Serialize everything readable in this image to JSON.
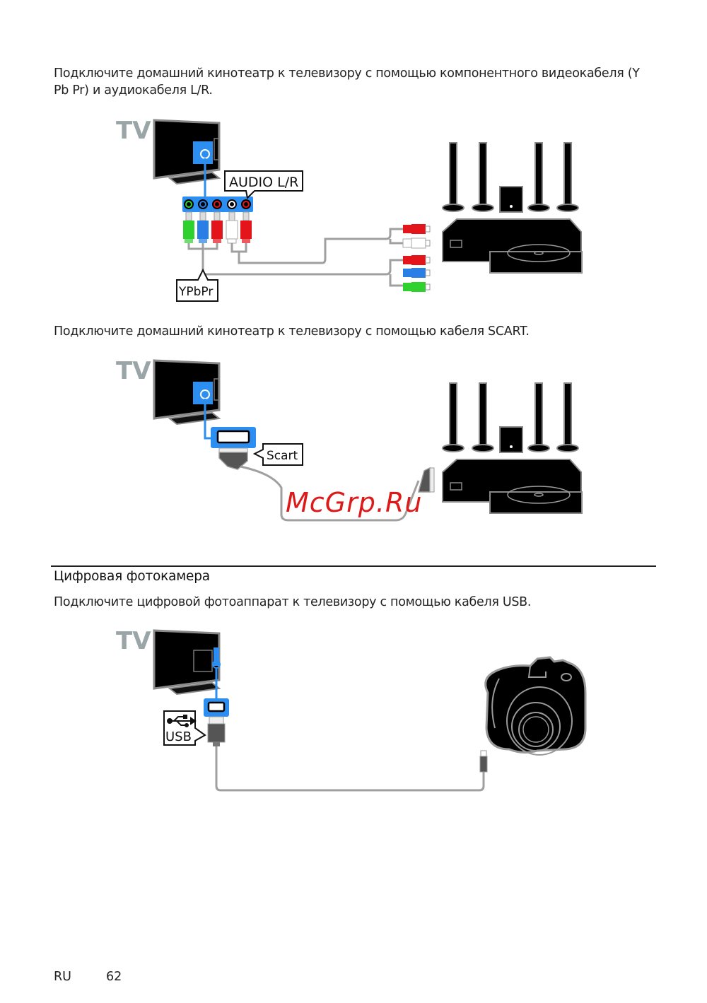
{
  "sections": [
    {
      "id": "component",
      "text": "Подключите домашний кинотеатр к телевизору с помощью компонентного видеокабеля (Y Pb Pr) и аудиокабеля L/R.",
      "text_line1": "Подключите домашний кинотеатр к телевизору с помощью компонентного видеокабеля (Y",
      "text_line2": "Pb Pr) и аудиокабеля L/R.",
      "diagram": {
        "tv_label": "TV",
        "callout_audio": "AUDIO L/R",
        "callout_video": "YPbPr",
        "plug_colors": [
          "#2fd12f",
          "#2a7fe6",
          "#e3141a",
          "#ffffff",
          "#e3141a"
        ],
        "port_panel_color": "#2b8ef0"
      }
    },
    {
      "id": "scart",
      "text": "Подключите домашний кинотеатр к телевизору с помощью кабеля SCART.",
      "diagram": {
        "tv_label": "TV",
        "callout": "Scart",
        "watermark": "McGrp.Ru",
        "watermark_color": "#dd1a1a"
      }
    }
  ],
  "camera_section": {
    "heading": "Цифровая фотокамера",
    "text": "Подключите цифровой фотоаппарат к телевизору с помощью кабеля USB.",
    "diagram": {
      "tv_label": "TV",
      "callout": "USB"
    }
  },
  "footer": {
    "language": "RU",
    "page_number": "62"
  },
  "colors": {
    "tv_label": "#9aa5a8",
    "cable_gray": "#a0a0a0",
    "port_blue": "#2b8ef0"
  }
}
